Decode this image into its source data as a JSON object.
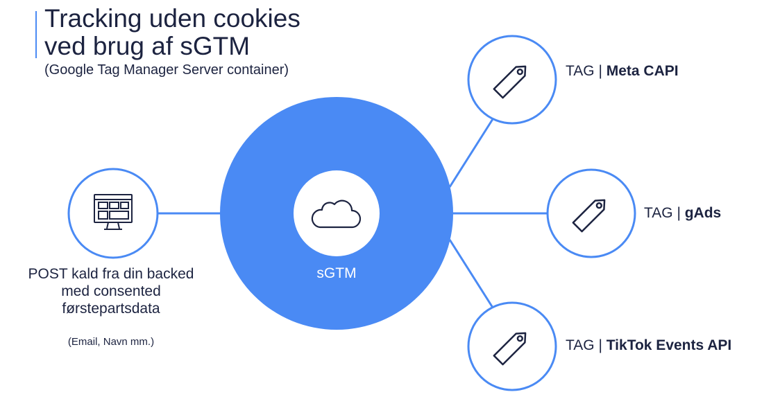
{
  "title": {
    "line1": "Tracking uden cookies",
    "line2": "ved brug af sGTM"
  },
  "subtitle": "(Google Tag Manager Server container)",
  "hub": {
    "label": "sGTM",
    "icon": "cloud-icon",
    "color": "#4a8af4"
  },
  "source": {
    "icon": "website-monitor-icon",
    "label_lines": [
      "POST kald fra din backed",
      "med consented",
      "førstepartsdata"
    ],
    "note": "(Email, Navn mm.)"
  },
  "tags": [
    {
      "prefix": "TAG | ",
      "name": "Meta CAPI",
      "icon": "tag-icon"
    },
    {
      "prefix": "TAG | ",
      "name": "gAds",
      "icon": "tag-icon"
    },
    {
      "prefix": "TAG | ",
      "name": "TikTok Events API",
      "icon": "tag-icon"
    }
  ],
  "colors": {
    "accent": "#4a8af4",
    "text": "#1c2340"
  }
}
